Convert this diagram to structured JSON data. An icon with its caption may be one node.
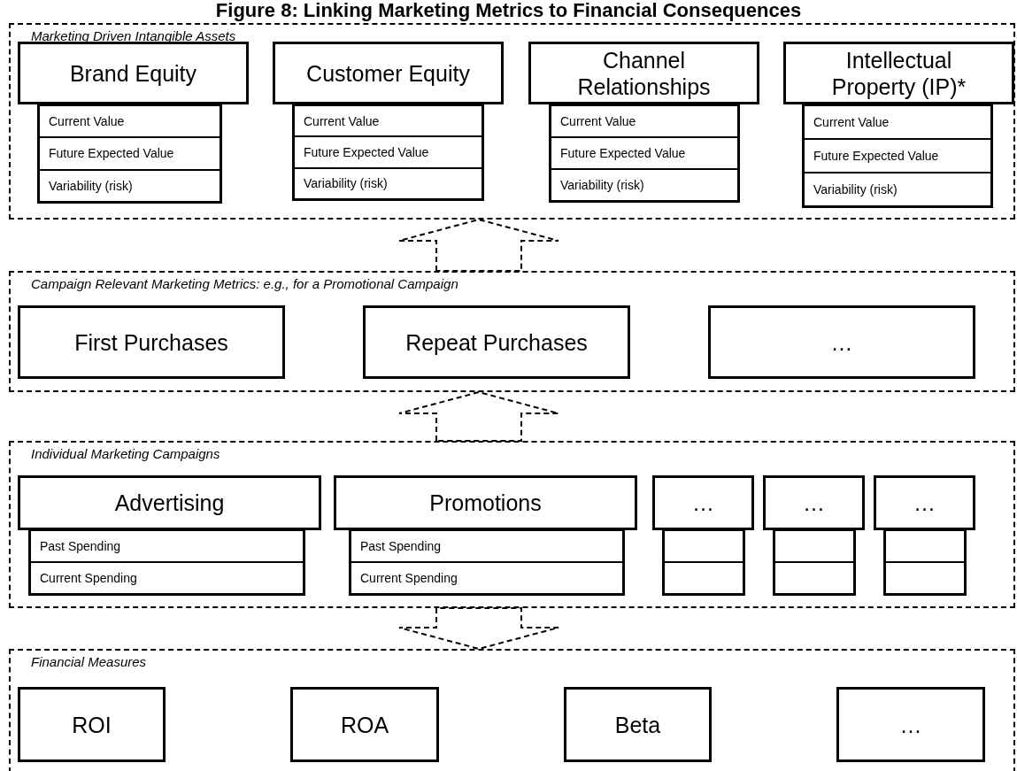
{
  "diagram": {
    "title": "Figure 8: Linking Marketing Metrics to Financial Consequences",
    "nodes": [
      {
        "text": [
          "Marketing Driven Intangible Assets"
        ]
      },
      {
        "text": [
          "Brand Equity"
        ],
        "in": 0
      },
      {
        "text": [
          "Current Value",
          "Future Expected Value",
          "Variability (risk)"
        ],
        "in": 0
      },
      {
        "text": [
          "Customer Equity"
        ],
        "in": 0
      },
      {
        "text": [
          "Current Value",
          "Future Expected Value",
          "Variability (risk)"
        ],
        "in": 0
      },
      {
        "text": [
          "Channel Relationships"
        ],
        "in": 0
      },
      {
        "text": [
          "Current Value",
          "Future Expected Value",
          "Variability (risk)"
        ],
        "in": 0
      },
      {
        "text": [
          "Intellectual Property (IP)*"
        ],
        "in": 0
      },
      {
        "text": [
          "Current Value",
          "Future Expected Value",
          "Variability (risk)"
        ],
        "in": 0
      },
      {
        "text": [
          "Campaign Relevant Marketing Metrics: e.g., for a Promotional Campaign"
        ]
      },
      {
        "text": [
          "First Purchases"
        ],
        "in": 9
      },
      {
        "text": [
          "Repeat Purchases"
        ],
        "in": 9
      },
      {
        "text": [
          "…"
        ],
        "in": 9
      },
      {
        "text": [
          "Individual Marketing Campaigns"
        ]
      },
      {
        "text": [
          "Advertising"
        ],
        "in": 13
      },
      {
        "text": [
          "Past Spending",
          "Current Spending"
        ],
        "in": 13
      },
      {
        "text": [
          "Promotions"
        ],
        "in": 13
      },
      {
        "text": [
          "Past Spending",
          "Current Spending"
        ],
        "in": 13
      },
      {
        "text": [
          "…"
        ],
        "in": 13
      },
      {
        "text": [],
        "shape": "box",
        "in": 13
      },
      {
        "text": [
          "…"
        ],
        "in": 13
      },
      {
        "text": [],
        "shape": "box",
        "in": 13
      },
      {
        "text": [
          "…"
        ],
        "in": 13
      },
      {
        "text": [],
        "shape": "box",
        "in": 13
      },
      {
        "text": [
          "Financial Measures"
        ]
      },
      {
        "text": [
          "ROI"
        ],
        "in": 24
      },
      {
        "text": [
          "ROA"
        ],
        "in": 24
      },
      {
        "text": [
          "Beta"
        ],
        "in": 24
      },
      {
        "text": [
          "…"
        ],
        "in": 24
      }
    ],
    "edges": [
      {
        "from": 9,
        "to": 0,
        "arrow": "to",
        "style": "dashed"
      },
      {
        "from": 13,
        "to": 9,
        "arrow": "to",
        "style": "dashed"
      },
      {
        "from": 13,
        "to": 24,
        "arrow": "to",
        "style": "dashed"
      }
    ]
  }
}
